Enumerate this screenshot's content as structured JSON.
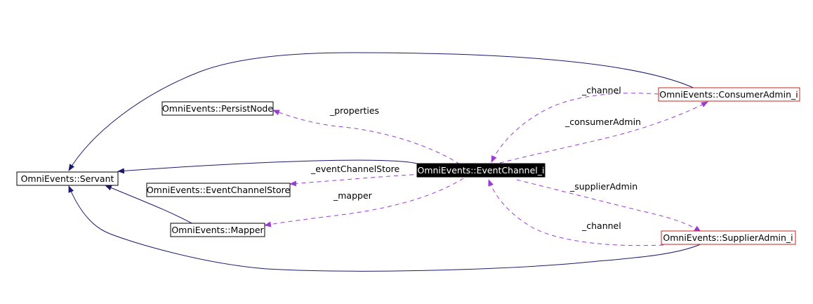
{
  "colors": {
    "inheritance_edge": "#1a1a6e",
    "usage_edge": "#9a3bd6",
    "highlight_border": "#cc2222",
    "focus_fill": "#000000"
  },
  "nodes": {
    "servant": "OmniEvents::Servant",
    "persist_node": "OmniEvents::PersistNode",
    "event_channel_store": "OmniEvents::EventChannelStore",
    "mapper": "OmniEvents::Mapper",
    "event_channel": "OmniEvents::EventChannel_i",
    "consumer_admin": "OmniEvents::ConsumerAdmin_i",
    "supplier_admin": "OmniEvents::SupplierAdmin_i"
  },
  "edge_labels": {
    "properties": "_properties",
    "event_channel_store": "_eventChannelStore",
    "mapper": "_mapper",
    "consumer_channel": "_channel",
    "consumer_admin": "_consumerAdmin",
    "supplier_admin": "_supplierAdmin",
    "supplier_channel": "_channel"
  }
}
